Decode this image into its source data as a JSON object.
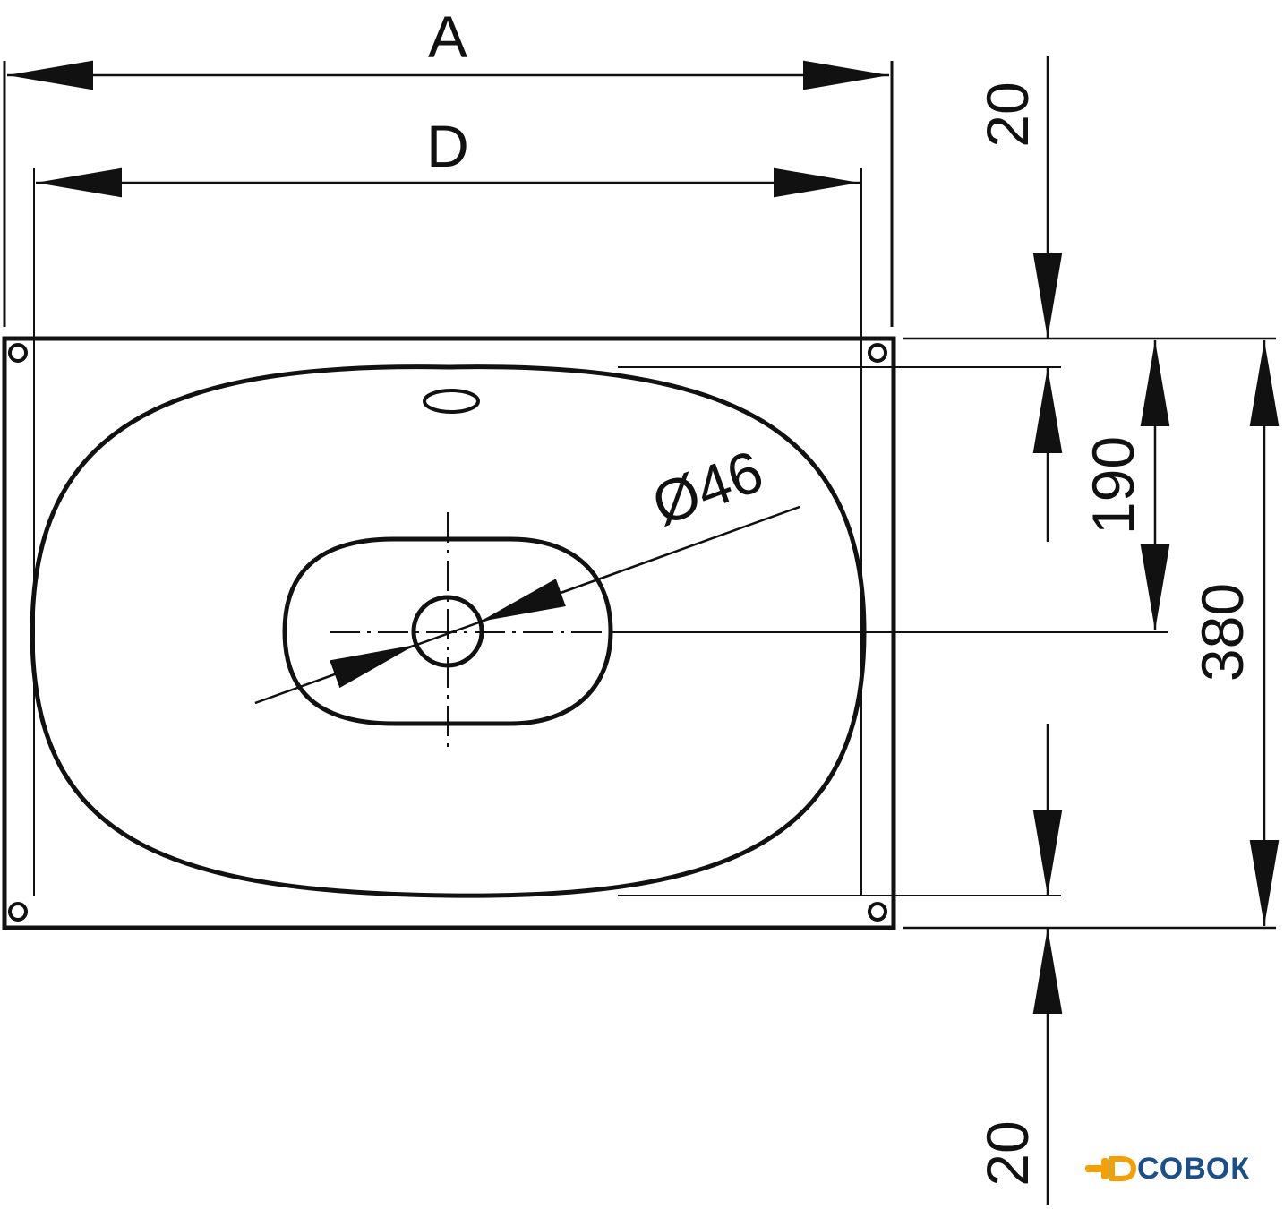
{
  "drawing": {
    "labels": {
      "width_a": "A",
      "width_d": "D",
      "top_offset": "20",
      "drain_offset": "190",
      "depth": "380",
      "bottom_offset": "20",
      "drain_diameter": "Ø46"
    },
    "colors": {
      "line": "#111111",
      "background": "#ffffff"
    }
  },
  "watermark": {
    "text": "СОВОК",
    "accent_color": "#f5a000",
    "text_color": "#1b4f8a",
    "icon": "faucet-icon"
  }
}
